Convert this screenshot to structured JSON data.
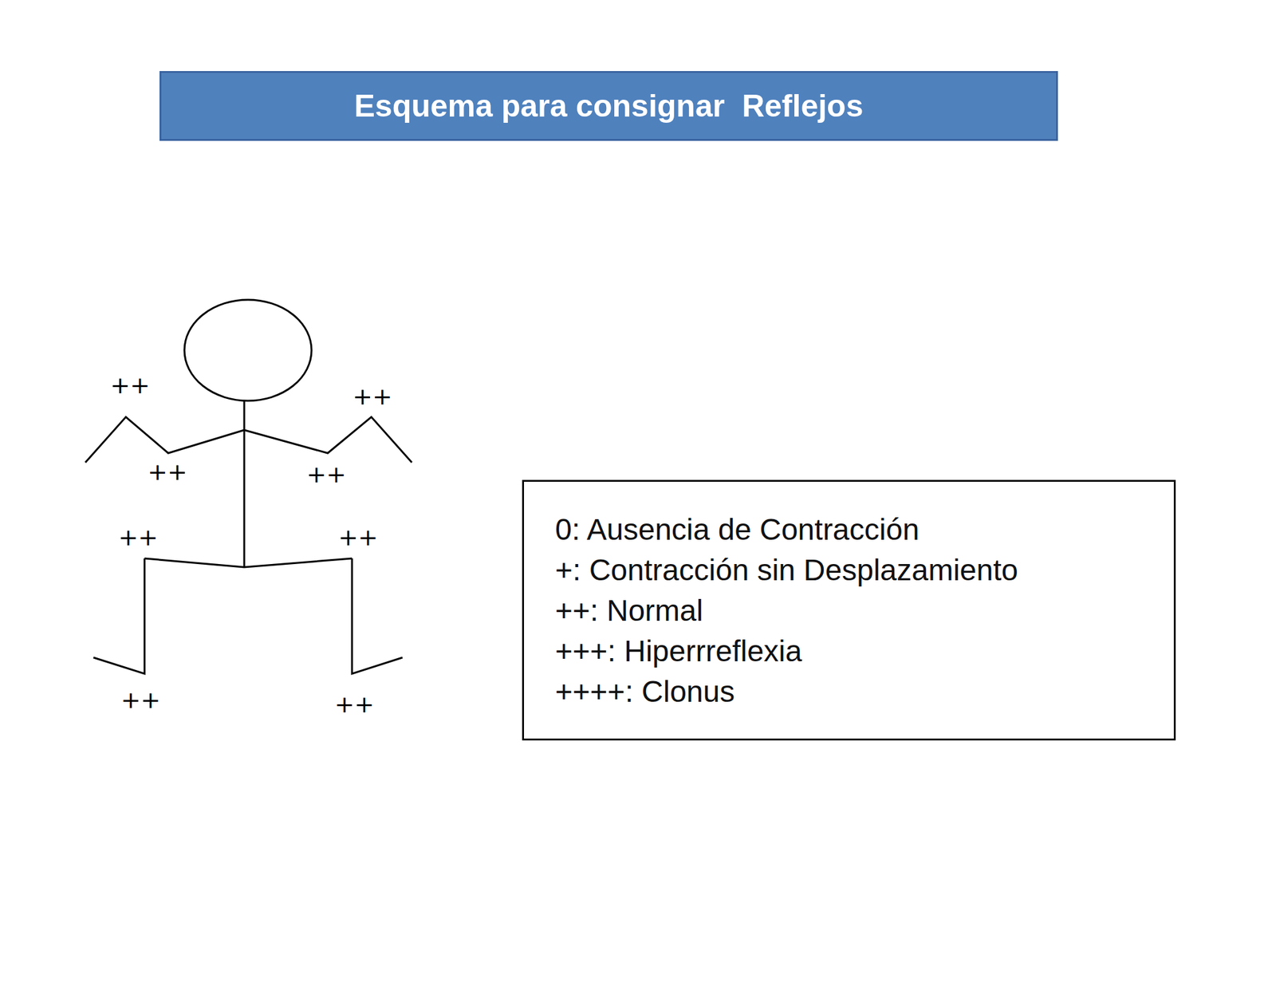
{
  "diagram": {
    "title": "Esquema para consignar  Reflejos",
    "nodes": [
      {
        "text": [
          "0: Ausencia de Contracción",
          "+: Contracción sin Desplazamiento",
          "++: Normal",
          "+++: Hiperrreflexia",
          "++++: Clonus"
        ]
      }
    ],
    "labels": [
      "++",
      "++",
      "++",
      "++",
      "++",
      "++",
      "++",
      "++"
    ]
  }
}
